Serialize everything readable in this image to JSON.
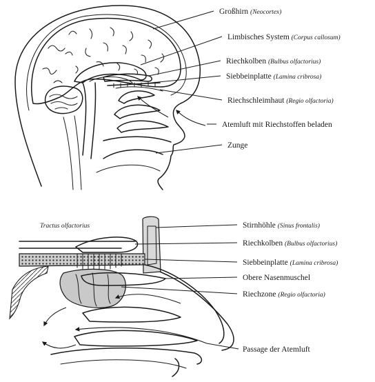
{
  "top_diagram": {
    "labels": [
      {
        "text": "Großhirn",
        "latin": "(Neocortex)"
      },
      {
        "text": "Limbisches System",
        "latin": "(Corpus callosum)"
      },
      {
        "text": "Riechkolben",
        "latin": "(Bulbus olfactorius)"
      },
      {
        "text": "Siebbeinplatte",
        "latin": "(Lamina cribrosa)"
      },
      {
        "text": "Riechschleimhaut",
        "latin": "(Regio olfactoria)"
      },
      {
        "text": "Atemluft mit Riechstoffen beladen",
        "latin": ""
      },
      {
        "text": "Zunge",
        "latin": ""
      }
    ]
  },
  "bottom_diagram": {
    "tract_label": "Tractus olfactorius",
    "labels": [
      {
        "text": "Stirnhöhle",
        "latin": "(Sinus frontalis)"
      },
      {
        "text": "Riechkolben",
        "latin": "(Bulbus olfactorius)"
      },
      {
        "text": "Siebbeinplatte",
        "latin": "(Lamina cribrosa)"
      },
      {
        "text": "Obere Nasenmuschel",
        "latin": ""
      },
      {
        "text": "Riechzone",
        "latin": "(Regio olfactoria)"
      },
      {
        "text": "Passage der Atemluft",
        "latin": ""
      }
    ]
  }
}
